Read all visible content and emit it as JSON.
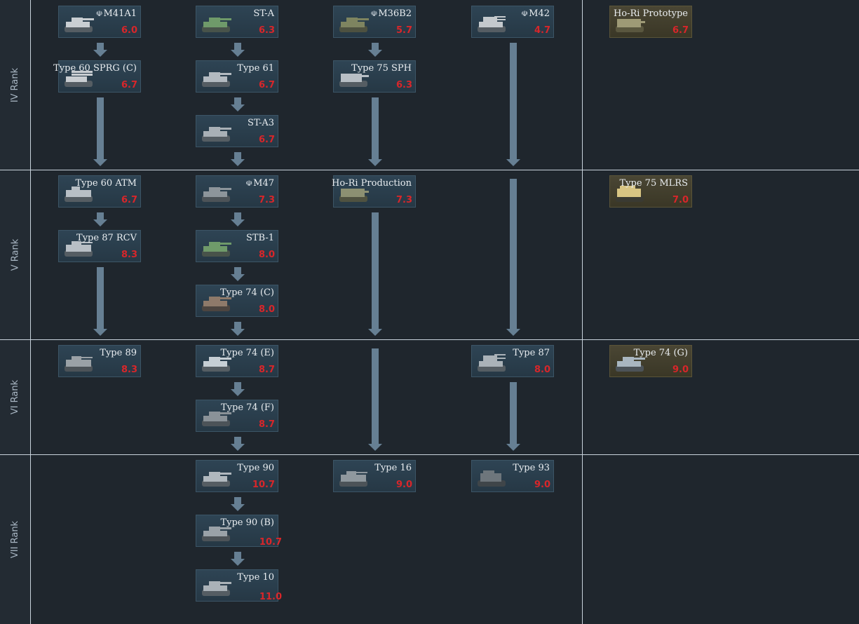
{
  "ranks": [
    {
      "label": "IV Rank"
    },
    {
      "label": "V Rank"
    },
    {
      "label": "VI Rank"
    },
    {
      "label": "VII Rank"
    }
  ],
  "vehicles": {
    "m41a1": {
      "name": "M41A1",
      "br": "6.0",
      "flag": "☫"
    },
    "st_a": {
      "name": "ST-A",
      "br": "6.3"
    },
    "m36b2": {
      "name": "M36B2",
      "br": "5.7",
      "flag": "☫"
    },
    "m42": {
      "name": "M42",
      "br": "4.7",
      "flag": "☫"
    },
    "hori_proto": {
      "name": "Ho-Ri Prototype",
      "br": "6.7"
    },
    "type60_sprg": {
      "name": "Type 60 SPRG (C)",
      "br": "6.7"
    },
    "type61": {
      "name": "Type 61",
      "br": "6.7"
    },
    "type75_sph": {
      "name": "Type 75 SPH",
      "br": "6.3"
    },
    "st_a3": {
      "name": "ST-A3",
      "br": "6.7"
    },
    "type60_atm": {
      "name": "Type 60 ATM",
      "br": "6.7"
    },
    "m47": {
      "name": "M47",
      "br": "7.3",
      "flag": "☫"
    },
    "hori_prod": {
      "name": "Ho-Ri Production",
      "br": "7.3"
    },
    "type75_mlrs": {
      "name": "Type 75 MLRS",
      "br": "7.0"
    },
    "type87_rcv": {
      "name": "Type 87 RCV",
      "br": "8.3"
    },
    "stb1": {
      "name": "STB-1",
      "br": "8.0"
    },
    "type74_c": {
      "name": "Type 74 (C)",
      "br": "8.0"
    },
    "type89": {
      "name": "Type 89",
      "br": "8.3"
    },
    "type74_e": {
      "name": "Type 74 (E)",
      "br": "8.7"
    },
    "type87": {
      "name": "Type 87",
      "br": "8.0"
    },
    "type74_g": {
      "name": "Type 74 (G)",
      "br": "9.0"
    },
    "type74_f": {
      "name": "Type 74 (F)",
      "br": "8.7"
    },
    "type90": {
      "name": "Type 90",
      "br": "10.7"
    },
    "type16": {
      "name": "Type 16",
      "br": "9.0"
    },
    "type93": {
      "name": "Type 93",
      "br": "9.0"
    },
    "type90_b": {
      "name": "Type 90 (B)",
      "br": "10.7"
    },
    "type10": {
      "name": "Type 10",
      "br": "11.0"
    }
  },
  "colors": {
    "background": "#1f262d",
    "card": "#2e4454",
    "premium_card": "#4a4634",
    "battle_rating": "#d8262a",
    "arrow": "#667f93"
  }
}
